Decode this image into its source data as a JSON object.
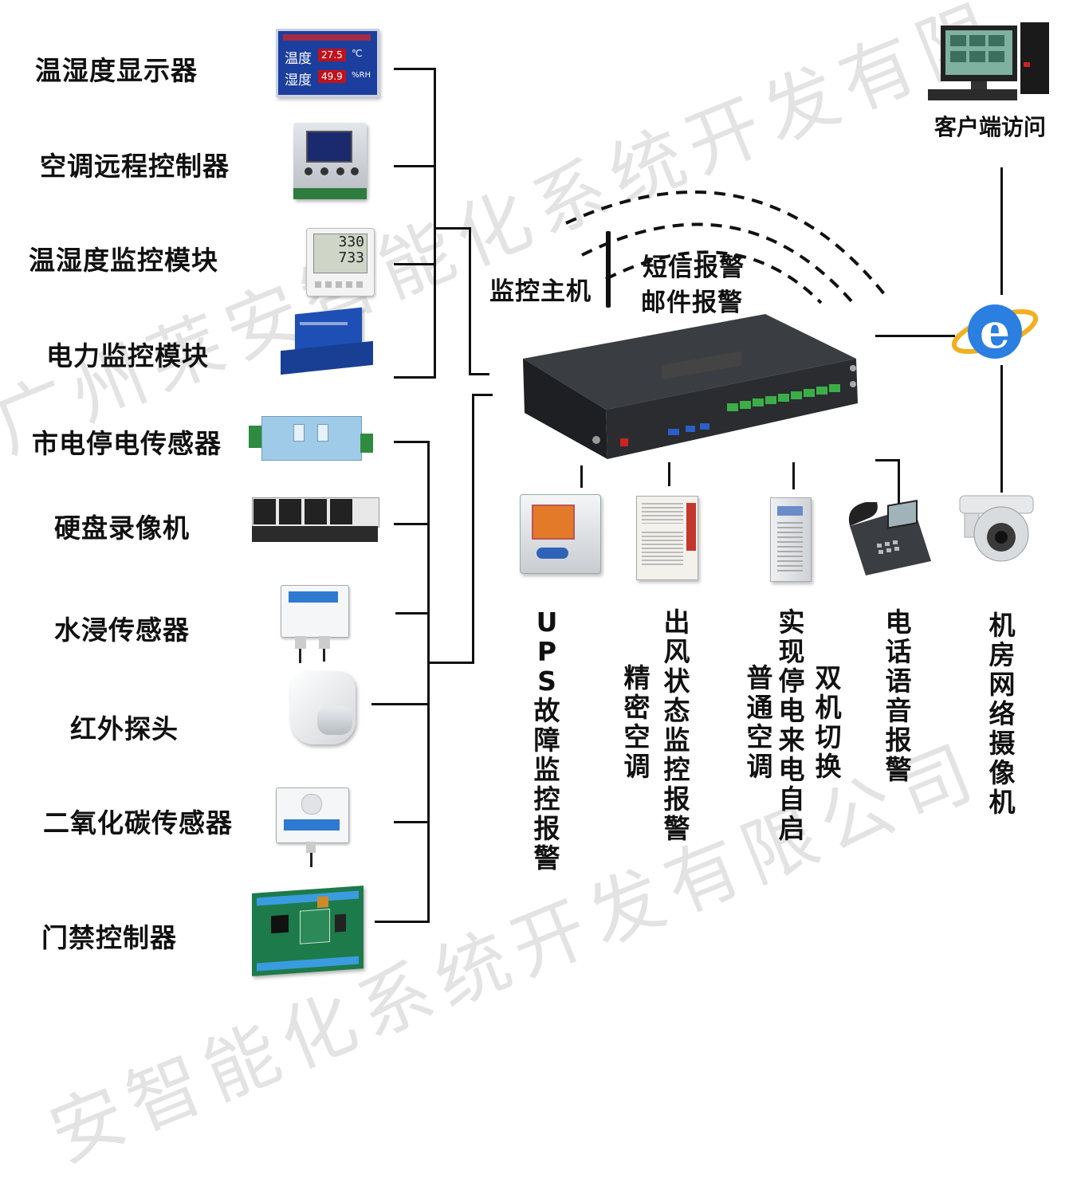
{
  "watermark": {
    "top": "广州莱安智能化系统开发有限",
    "bottom": "安智能化系统开发有限公司"
  },
  "left_devices": [
    {
      "label": "温湿度显示器"
    },
    {
      "label": "空调远程控制器"
    },
    {
      "label": "温湿度监控模块"
    },
    {
      "label": "电力监控模块"
    },
    {
      "label": "市电停电传感器"
    },
    {
      "label": "硬盘录像机"
    },
    {
      "label": "水浸传感器"
    },
    {
      "label": "红外探头"
    },
    {
      "label": "二氧化碳传感器"
    },
    {
      "label": "门禁控制器"
    }
  ],
  "display_panel": {
    "row1_label": "温度",
    "row1_value": "27.5",
    "row1_unit": "℃",
    "row2_label": "湿度",
    "row2_value": "49.9",
    "row2_unit": "%RH"
  },
  "lcd_module": {
    "line1": "330",
    "line2": "733"
  },
  "host": {
    "label": "监控主机",
    "sms": "短信报警",
    "email": "邮件报警"
  },
  "client": {
    "label": "客户端访问"
  },
  "bottom_outputs": [
    {
      "label": "UPS故障监控报警"
    },
    {
      "label": "精密空调"
    },
    {
      "label": "出风状态监控报警"
    },
    {
      "label": "普通空调"
    },
    {
      "label": "实现停电来电自启"
    },
    {
      "label": "双机切换"
    },
    {
      "label": "电话语音报警"
    },
    {
      "label": "机房网络摄像机"
    }
  ]
}
